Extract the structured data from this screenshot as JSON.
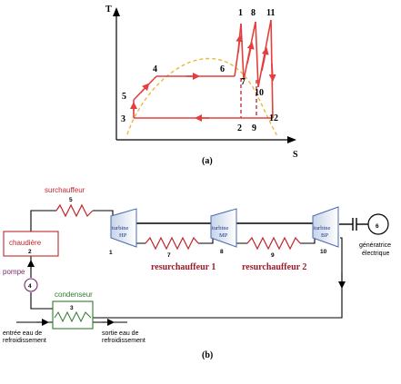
{
  "ts_diagram": {
    "axis_t": "T",
    "axis_s": "S",
    "caption": "(a)",
    "points": {
      "p1": "1",
      "p2": "2",
      "p3": "3",
      "p4": "4",
      "p5": "5",
      "p6": "6",
      "p7": "7",
      "p8": "8",
      "p9": "9",
      "p10": "10",
      "p11": "11",
      "p12": "12"
    }
  },
  "cycle": {
    "caption": "(b)",
    "surchauffeur_label": "surchauffeur",
    "surchauffeur_num": "5",
    "chaudiere_label": "chaudière",
    "chaudiere_num": "2",
    "pompe_label": "pompe",
    "pompe_num": "4",
    "condenseur_label": "condenseur",
    "condenseur_num": "3",
    "turbine_hp_line1": "turbine",
    "turbine_hp_line2": "HP",
    "turbine_hp_num": "1",
    "turbine_mp_line1": "turbine",
    "turbine_mp_line2": "MP",
    "turbine_mp_num": "8",
    "turbine_bp_line1": "turbine",
    "turbine_bp_line2": "BP",
    "turbine_bp_num": "10",
    "rh1_label": "resurchauffeur 1",
    "rh1_num": "7",
    "rh2_label": "resurchauffeur 2",
    "rh2_num": "9",
    "generator_num": "6",
    "generator_line1": "génératrice",
    "generator_line2": "électrique",
    "cooling_in_line1": "entrée eau de",
    "cooling_in_line2": "refroidissement",
    "cooling_out_line1": "sortie  eau de",
    "cooling_out_line2": "refroidissement"
  },
  "colors": {
    "cycle_red": "#e2403e",
    "saturation_dome": "#e8b93a",
    "dashed_red": "#c0262e",
    "condenser_green": "#2f7a2f",
    "pump_purple": "#7a2a6e",
    "boiler_red": "#c0262e",
    "turbine_blue": "#4a6ab0"
  }
}
